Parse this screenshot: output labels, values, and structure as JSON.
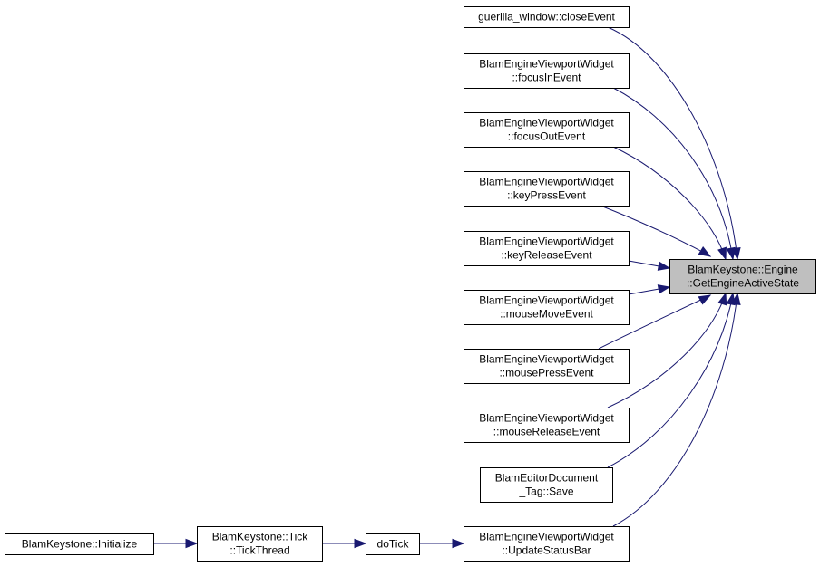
{
  "colors": {
    "edge": "#191970",
    "focus_fill": "#bfbfbf",
    "node_fill": "#ffffff",
    "node_border": "#000000"
  },
  "nodes": [
    {
      "id": "target",
      "lines": [
        "BlamKeystone::Engine",
        "::GetEngineActiveState"
      ],
      "focus": true
    },
    {
      "id": "closeEvent",
      "lines": [
        "guerilla_window::closeEvent"
      ]
    },
    {
      "id": "focusInEvent",
      "lines": [
        "BlamEngineViewportWidget",
        "::focusInEvent"
      ]
    },
    {
      "id": "focusOutEvent",
      "lines": [
        "BlamEngineViewportWidget",
        "::focusOutEvent"
      ]
    },
    {
      "id": "keyPressEvent",
      "lines": [
        "BlamEngineViewportWidget",
        "::keyPressEvent"
      ]
    },
    {
      "id": "keyReleaseEvent",
      "lines": [
        "BlamEngineViewportWidget",
        "::keyReleaseEvent"
      ]
    },
    {
      "id": "mouseMoveEvent",
      "lines": [
        "BlamEngineViewportWidget",
        "::mouseMoveEvent"
      ]
    },
    {
      "id": "mousePressEvent",
      "lines": [
        "BlamEngineViewportWidget",
        "::mousePressEvent"
      ]
    },
    {
      "id": "mouseReleaseEvent",
      "lines": [
        "BlamEngineViewportWidget",
        "::mouseReleaseEvent"
      ]
    },
    {
      "id": "save",
      "lines": [
        "BlamEditorDocument",
        "_Tag::Save"
      ]
    },
    {
      "id": "updateStatusBar",
      "lines": [
        "BlamEngineViewportWidget",
        "::UpdateStatusBar"
      ]
    },
    {
      "id": "doTick",
      "lines": [
        "doTick"
      ]
    },
    {
      "id": "tickThread",
      "lines": [
        "BlamKeystone::Tick",
        "::TickThread"
      ]
    },
    {
      "id": "initialize",
      "lines": [
        "BlamKeystone::Initialize"
      ]
    }
  ],
  "edges": [
    {
      "from": "closeEvent",
      "to": "target"
    },
    {
      "from": "focusInEvent",
      "to": "target"
    },
    {
      "from": "focusOutEvent",
      "to": "target"
    },
    {
      "from": "keyPressEvent",
      "to": "target"
    },
    {
      "from": "keyReleaseEvent",
      "to": "target"
    },
    {
      "from": "mouseMoveEvent",
      "to": "target"
    },
    {
      "from": "mousePressEvent",
      "to": "target"
    },
    {
      "from": "mouseReleaseEvent",
      "to": "target"
    },
    {
      "from": "save",
      "to": "target"
    },
    {
      "from": "updateStatusBar",
      "to": "target"
    },
    {
      "from": "doTick",
      "to": "updateStatusBar"
    },
    {
      "from": "tickThread",
      "to": "doTick"
    },
    {
      "from": "initialize",
      "to": "tickThread"
    }
  ]
}
